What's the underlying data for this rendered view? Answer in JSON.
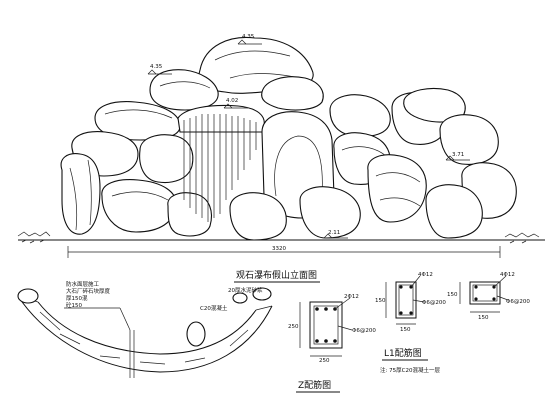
{
  "elevation": {
    "title": "观石瀑布假山立面图",
    "width_label": "3320",
    "elevations": [
      "4.35",
      "4.35",
      "4.02",
      "3.71",
      "2.11"
    ]
  },
  "section": {
    "title": "Z配筋图",
    "notes": [
      "防水面层施工",
      "大石厂碎石块厚度",
      "厚150混",
      "砼150",
      "C20混凝土",
      "20厚水泥砂浆"
    ],
    "labels": [
      "2Φ12",
      "Φ6@200"
    ],
    "dims": [
      "250",
      "250"
    ]
  },
  "l1": {
    "title": "L1配筋图",
    "labels": [
      "4Φ12",
      "Φ6@200"
    ],
    "dims": [
      "150",
      "150"
    ],
    "note": "注: 75厚C20混凝土一层"
  },
  "l2": {
    "labels": [
      "4Φ12",
      "Φ6@200"
    ],
    "dims": [
      "150",
      "150"
    ]
  }
}
